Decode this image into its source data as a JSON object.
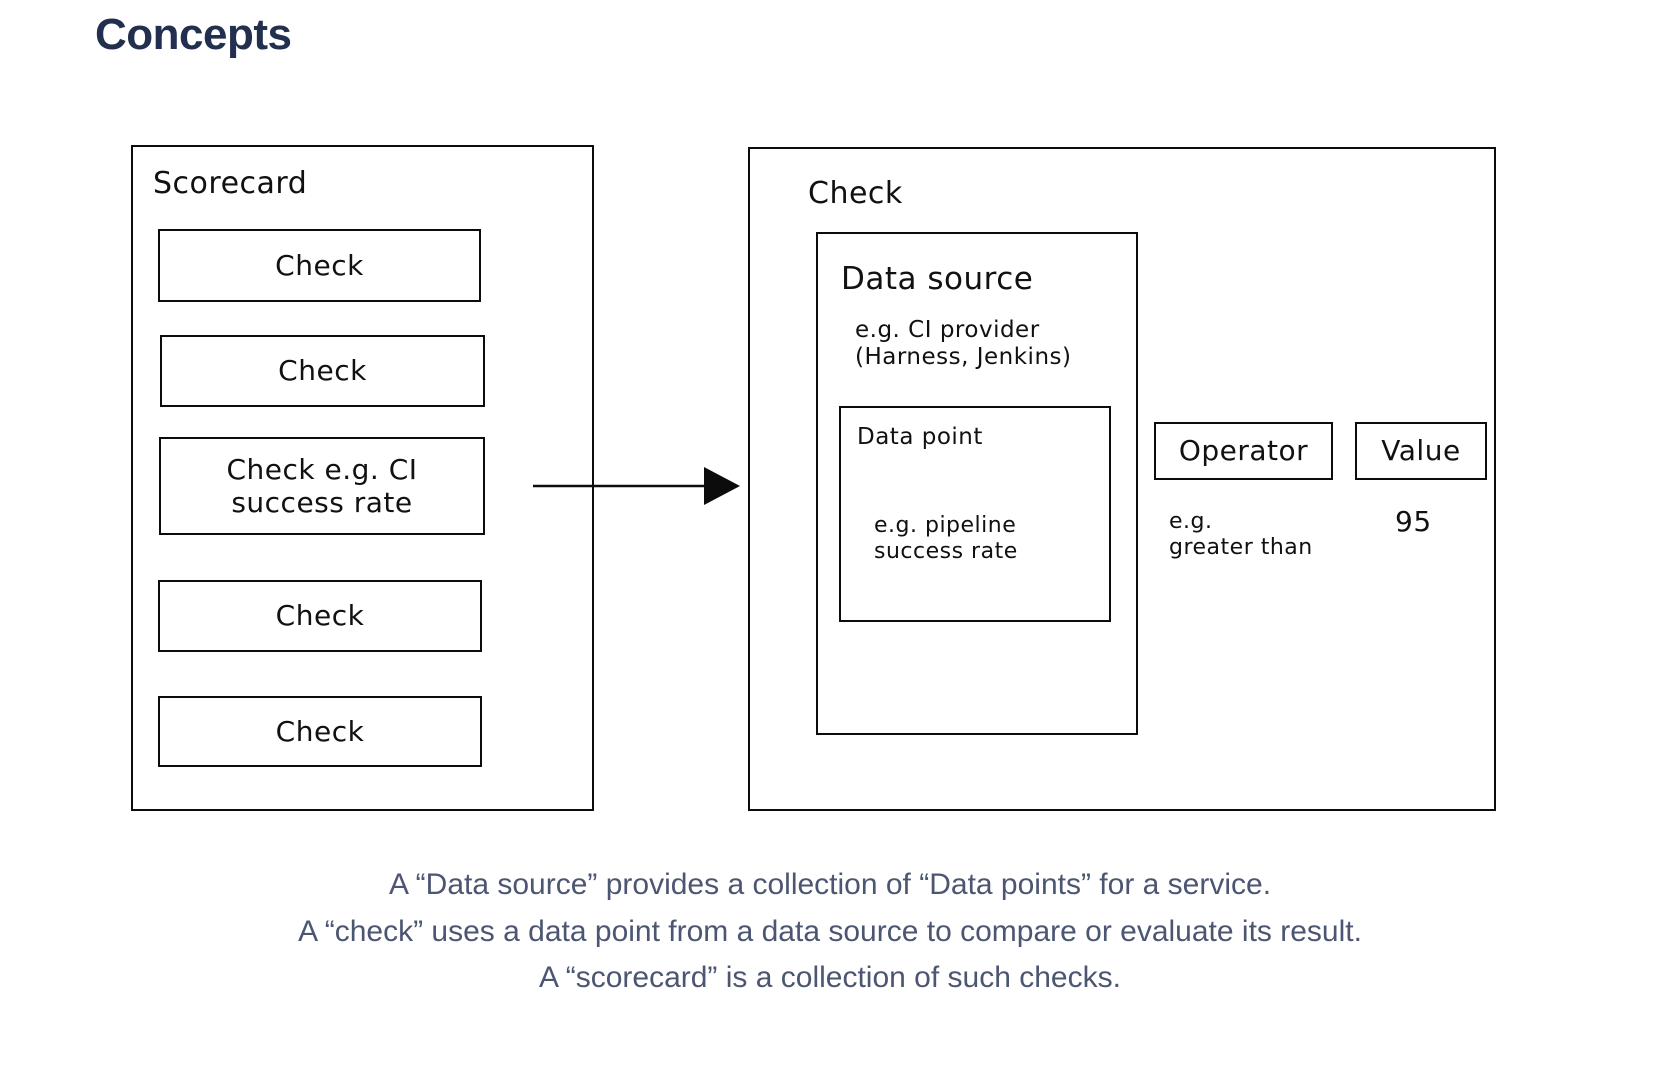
{
  "page": {
    "title": "Concepts",
    "title_color": "#232f4e",
    "background": "#ffffff"
  },
  "diagram": {
    "stroke_color": "#0c0c0c",
    "text_color": "#111111",
    "scorecard": {
      "title": "Scorecard",
      "checks": [
        {
          "label": "Check"
        },
        {
          "label": "Check"
        },
        {
          "label": "Check e.g. CI\nsuccess rate"
        },
        {
          "label": "Check"
        },
        {
          "label": "Check"
        }
      ]
    },
    "arrow": {
      "name": "arrow-right",
      "from": "scorecard-check-ci-success-rate",
      "to": "check-detail-card"
    },
    "check": {
      "title": "Check",
      "data_source": {
        "title": "Data source",
        "example": "e.g. CI provider\n(Harness, Jenkins)",
        "data_point": {
          "title": "Data point",
          "example": "e.g. pipeline\nsuccess rate"
        }
      },
      "operator": {
        "label": "Operator",
        "example": "e.g.\ngreater than"
      },
      "value": {
        "label": "Value",
        "example": "95"
      }
    }
  },
  "caption": {
    "color": "#4c5672",
    "lines": [
      "A “Data source” provides a collection of “Data points” for a service.",
      "A “check” uses a data point from a data source to compare or evaluate its result.",
      "A “scorecard” is a collection of such checks."
    ]
  }
}
